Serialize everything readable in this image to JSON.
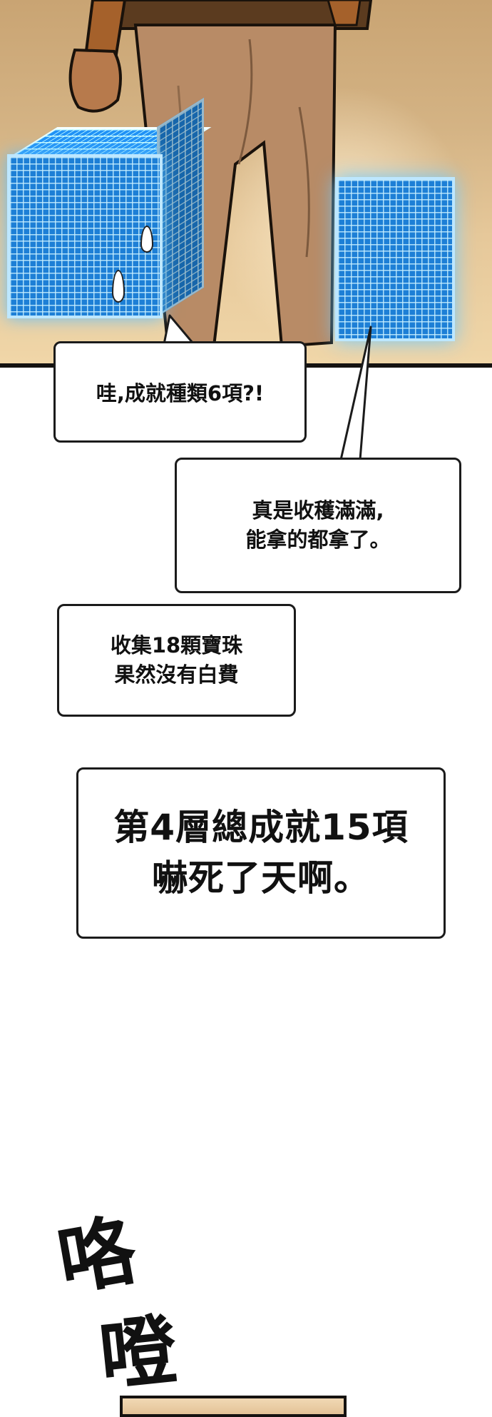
{
  "bubbles": {
    "achievement_types": "哇,成就種類6項?!",
    "full_harvest": "真是收穫滿滿,\n能拿的都拿了。",
    "orbs_worth_it": "收集18顆寶珠\n果然沒有白費",
    "floor_total": "第4層總成就15項\n嚇死了天啊。"
  },
  "sfx": {
    "char_1": "咯",
    "char_2": "噔"
  },
  "colors": {
    "cube_blue": "#1d7fd6",
    "cube_glow": "#bde7ff",
    "sand": "#d4b384",
    "ink": "#111111"
  }
}
